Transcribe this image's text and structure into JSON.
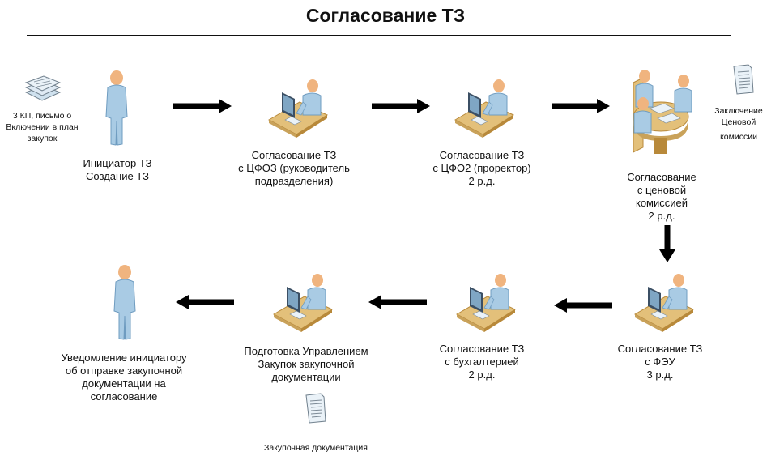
{
  "title": "Согласование ТЗ",
  "inputs": {
    "docs_stack_label": [
      "3 КП, письмо о",
      "Включении в план",
      "закупок"
    ],
    "commission_conclusion": [
      "Заключение",
      "Ценовой",
      "комиссии"
    ],
    "procurement_docs": "Закупочная документация"
  },
  "steps": [
    {
      "id": "initiator",
      "lines": [
        "Инициатор ТЗ",
        "Создание ТЗ"
      ]
    },
    {
      "id": "cfo3",
      "lines": [
        "Согласование ТЗ",
        "с ЦФОЗ (руководитель",
        "подразделения)"
      ]
    },
    {
      "id": "cfo2",
      "lines": [
        "Согласование ТЗ",
        "с ЦФО2  (проректор)",
        "2 р.д."
      ]
    },
    {
      "id": "price-commission",
      "lines": [
        "Согласование",
        "с ценовой",
        "комиссией",
        "2 р.д."
      ]
    },
    {
      "id": "feu",
      "lines": [
        "Согласование ТЗ",
        "с ФЭУ",
        "3 р.д."
      ]
    },
    {
      "id": "accounting",
      "lines": [
        "Согласование ТЗ",
        "с бухгалтерией",
        "2 р.д."
      ]
    },
    {
      "id": "procurement-prep",
      "lines": [
        "Подготовка Управлением",
        "Закупок закупочной",
        "документации"
      ]
    },
    {
      "id": "notify",
      "lines": [
        "Уведомление инициатору",
        "об отправке закупочной",
        "документации на",
        "согласование"
      ]
    }
  ],
  "colors": {
    "person": "#a9cbe4",
    "person_dark": "#6f9cc0",
    "skin": "#f0b47f",
    "desk": "#e3c07a",
    "desk_edge": "#b8893a",
    "monitor": "#3b4f64",
    "paper": "#eaf2f8",
    "arrow": "#000000"
  }
}
